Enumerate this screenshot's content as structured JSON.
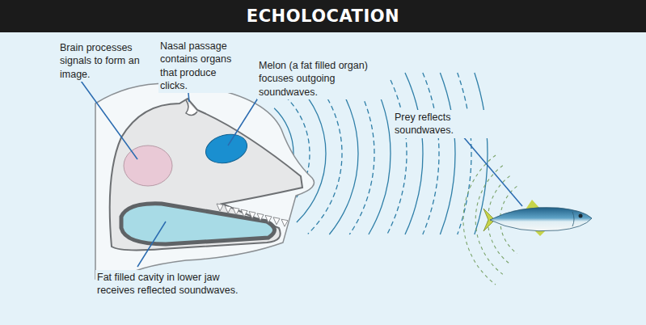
{
  "diagram": {
    "title": "ECHOLOCATION",
    "labels": [
      "Brain processes signals to form an image.",
      "Nasal passage contains organs that produce clicks.",
      "Melon (a fat filled organ) focuses outgoing soundwaves.",
      "Prey reflects soundwaves.",
      "Fat filled cavity in lower jaw receives reflected soundwaves."
    ]
  }
}
